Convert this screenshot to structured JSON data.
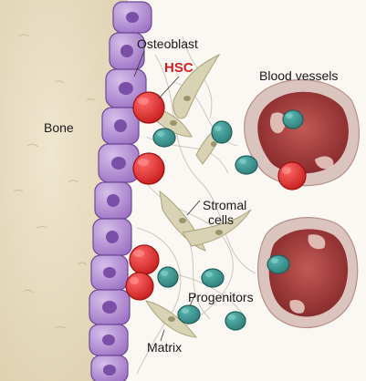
{
  "labels": {
    "osteoblast": "Osteoblast",
    "hsc": "HSC",
    "blood_vessels": "Blood vessels",
    "bone": "Bone",
    "stromal_line1": "Stromal",
    "stromal_line2": "cells",
    "progenitors": "Progenitors",
    "matrix": "Matrix"
  },
  "colors": {
    "bone": "#e7dcc0",
    "marrow": "#fbf7f3",
    "osteoblast": "#b897d3",
    "osteoblast_nucleus": "#7b4fa6",
    "hsc": "#d92b2b",
    "progenitor": "#3e9a95",
    "stromal": "#d7d3b4",
    "vessel_wall": "#dcc4be",
    "vessel_lumen": "#8f2a2c"
  }
}
